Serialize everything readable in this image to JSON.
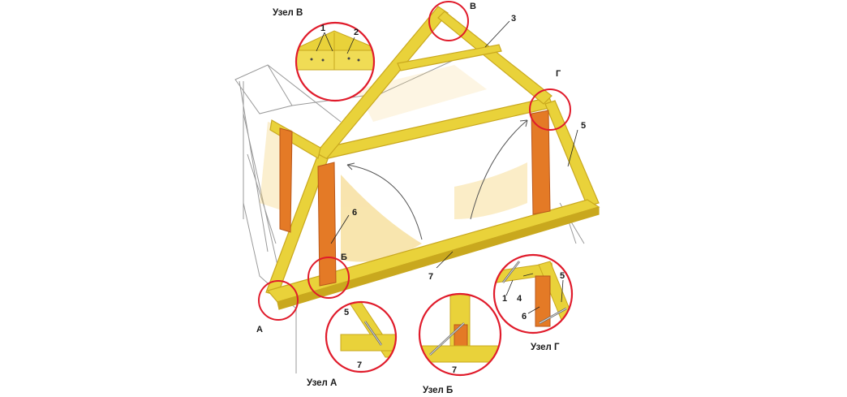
{
  "node_captions": {
    "v": "Узел В",
    "a": "Узел А",
    "b": "Узел Б",
    "g": "Узел Г"
  },
  "node_letters": {
    "a": "А",
    "b": "Б",
    "v": "В",
    "g": "Г"
  },
  "part_numbers": {
    "n1": "1",
    "n2": "2",
    "n3": "3",
    "n4": "4",
    "n5": "5",
    "n6": "6",
    "n7": "7"
  },
  "colors": {
    "timber": "#e9d23a",
    "timber_dark": "#c9a81e",
    "post": "#e47a26",
    "post_dark": "#b9561a",
    "node_circle": "#e01b2b",
    "wash": "#f3cf6c",
    "sketch": "#9a9a9a"
  }
}
